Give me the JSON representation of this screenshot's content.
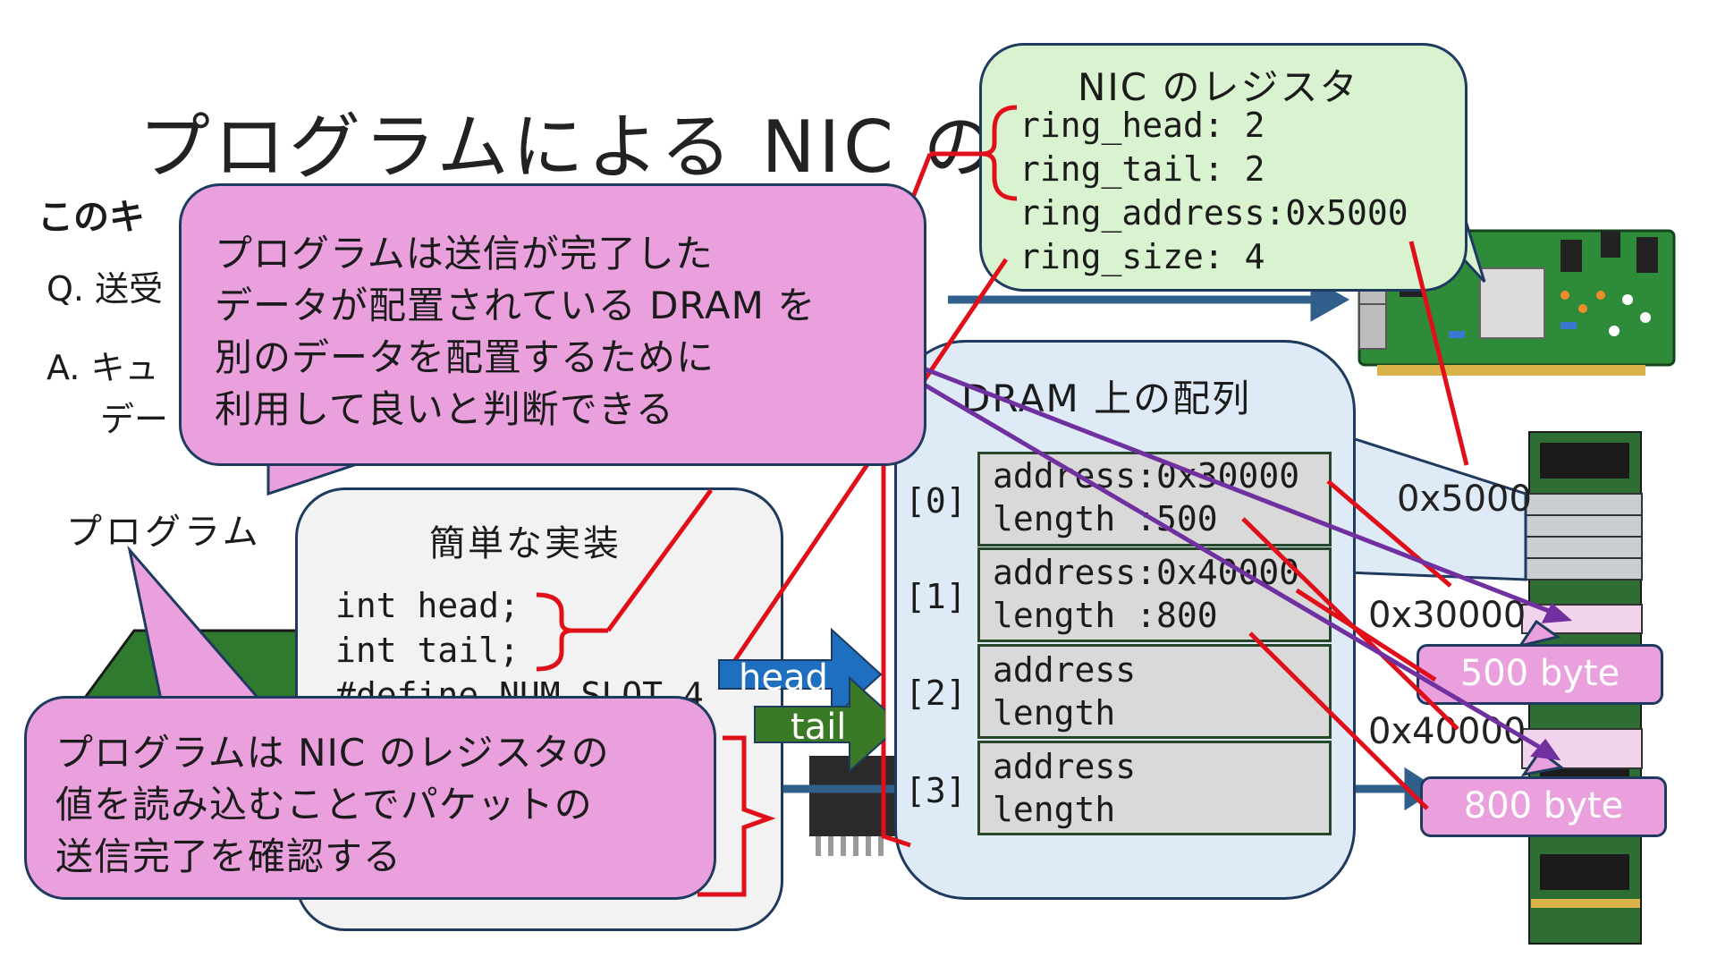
{
  "slide": {
    "title": "プログラムによる NIC の",
    "bold_partial": "このキ",
    "q_line": "Q. 送受",
    "a_line": "A. キュ",
    "a_line2": "デー",
    "program_label": "プログラム"
  },
  "nic": {
    "title": "NIC のレジスタ",
    "lines": [
      "ring_head: 2",
      "ring_tail: 2",
      "ring_address:0x5000",
      "ring_size: 4"
    ]
  },
  "dram": {
    "title": "DRAM 上の配列",
    "slots": [
      {
        "index": "[0]",
        "line1": "address:0x30000",
        "line2": "length :500"
      },
      {
        "index": "[1]",
        "line1": "address:0x40000",
        "line2": "length :800"
      },
      {
        "index": "[2]",
        "line1": "address",
        "line2": "length"
      },
      {
        "index": "[3]",
        "line1": "address",
        "line2": "length"
      }
    ]
  },
  "code": {
    "title": "簡単な実装",
    "lines": [
      "int head;",
      "int tail;",
      "#define NUM_SLOT 4"
    ]
  },
  "pointers": {
    "head": "head",
    "tail": "tail"
  },
  "callouts": {
    "top": [
      "プログラムは送信が完了した",
      "データが配置されている DRAM を",
      "別のデータを配置するために",
      "利用して良いと判断できる"
    ],
    "bottom": [
      "プログラムは NIC のレジスタの",
      "値を読み込むことでパケットの",
      "送信完了を確認する"
    ]
  },
  "memory": {
    "addr_ring": "0x5000",
    "addr_a": "0x30000",
    "addr_b": "0x40000",
    "badge_a": "500 byte",
    "badge_b": "800 byte"
  },
  "colors": {
    "pink": "#e9a0dc",
    "green_bubble": "#d9f2d0",
    "blue_bubble": "#deebf7",
    "red": "#e0101a",
    "purple": "#7030a0",
    "head_arrow": "#1f6fc0",
    "tail_arrow": "#3a7a26"
  }
}
